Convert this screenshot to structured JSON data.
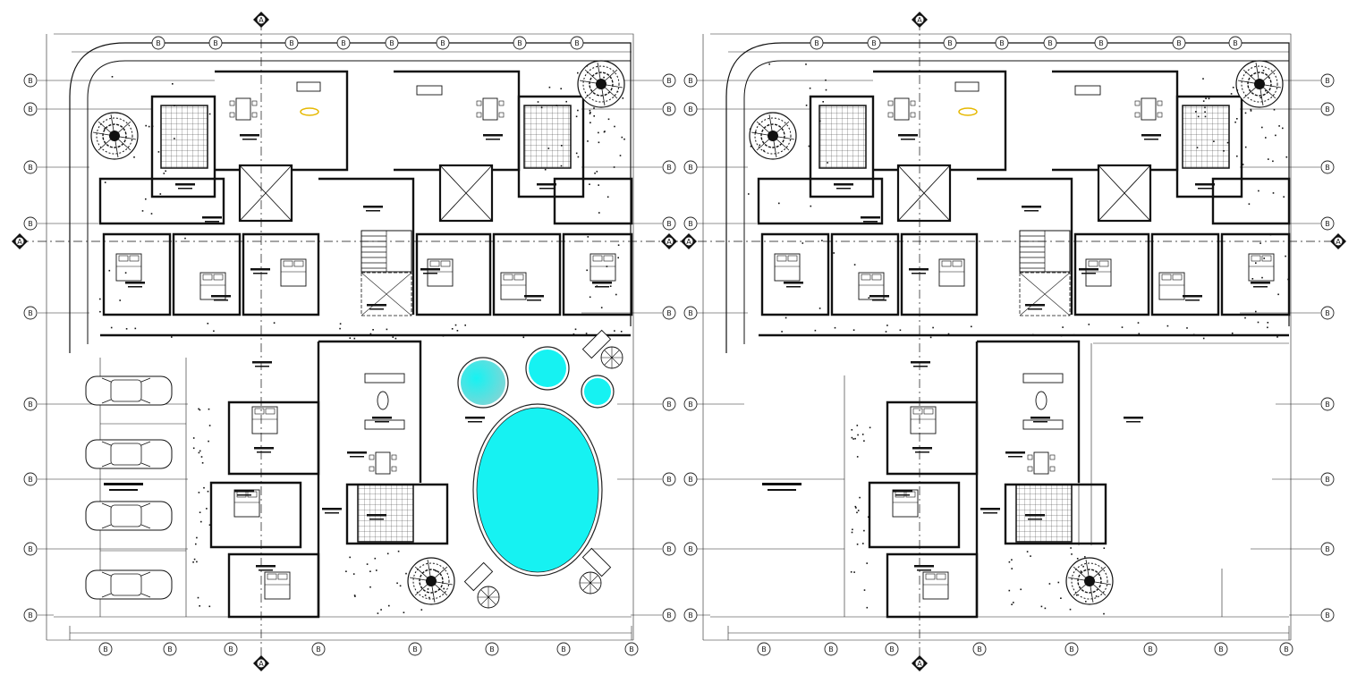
{
  "drawing": {
    "grid_bubble_label": "B",
    "section_marker_label": "A",
    "colors": {
      "line": "#111111",
      "pool_fill": "#16f2f2",
      "pool_gradient_fill": "#7fd6d6",
      "lamp_accent": "#e6b800",
      "background": "#ffffff"
    },
    "icons": [
      "grid-bubble-icon",
      "section-marker-icon",
      "tree-icon",
      "car-icon",
      "stair-icon",
      "bed-icon",
      "dining-table-icon",
      "sofa-icon",
      "lounge-chair-icon",
      "umbrella-icon",
      "bathtub-icon"
    ]
  },
  "plans": [
    {
      "id": "plan-left",
      "label": "site-plan-with-pool",
      "features": [
        "pool",
        "round-pools",
        "parking",
        "trees"
      ]
    },
    {
      "id": "plan-right",
      "label": "site-plan-without-pool",
      "features": [
        "trees"
      ]
    }
  ]
}
